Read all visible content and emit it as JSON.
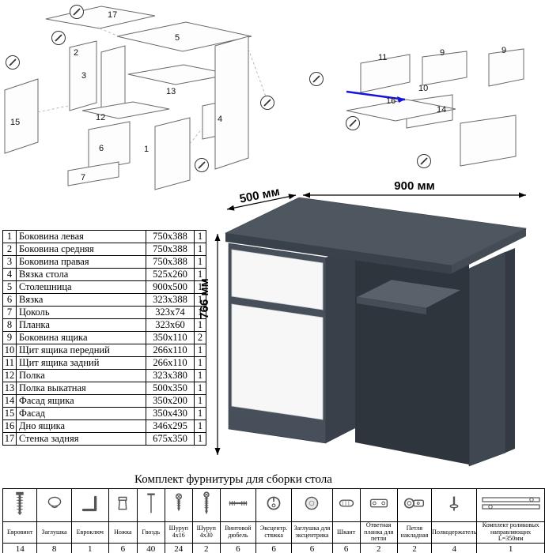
{
  "diagram_left": {
    "labels": [
      "17",
      "5",
      "2",
      "3",
      "13",
      "12",
      "6",
      "1",
      "4",
      "7",
      "15"
    ]
  },
  "diagram_right": {
    "labels": [
      "11",
      "9",
      "9",
      "10",
      "16",
      "14"
    ]
  },
  "desk": {
    "dim_width": "900 мм",
    "dim_depth": "500 мм",
    "dim_height": "766 мм"
  },
  "parts_table": {
    "rows": [
      {
        "num": "1",
        "name": "Боковина левая",
        "size": "750x388",
        "qty": "1"
      },
      {
        "num": "2",
        "name": "Боковина средняя",
        "size": "750x388",
        "qty": "1"
      },
      {
        "num": "3",
        "name": "Боковина правая",
        "size": "750x388",
        "qty": "1"
      },
      {
        "num": "4",
        "name": "Вязка стола",
        "size": "525x260",
        "qty": "1"
      },
      {
        "num": "5",
        "name": "Столешница",
        "size": "900x500",
        "qty": "1"
      },
      {
        "num": "6",
        "name": "Вязка",
        "size": "323x388",
        "qty": "1"
      },
      {
        "num": "7",
        "name": "Цоколь",
        "size": "323x74",
        "qty": "1"
      },
      {
        "num": "8",
        "name": "Планка",
        "size": "323x60",
        "qty": "1"
      },
      {
        "num": "9",
        "name": "Боковина ящика",
        "size": "350x110",
        "qty": "2"
      },
      {
        "num": "10",
        "name": "Щит ящика передний",
        "size": "266x110",
        "qty": "1"
      },
      {
        "num": "11",
        "name": "Щит ящика задний",
        "size": "266x110",
        "qty": "1"
      },
      {
        "num": "12",
        "name": "Полка",
        "size": "323x380",
        "qty": "1"
      },
      {
        "num": "13",
        "name": "Полка выкатная",
        "size": "500x350",
        "qty": "1"
      },
      {
        "num": "14",
        "name": "Фасад ящика",
        "size": "350x200",
        "qty": "1"
      },
      {
        "num": "15",
        "name": "Фасад",
        "size": "350x430",
        "qty": "1"
      },
      {
        "num": "16",
        "name": "Дно ящика",
        "size": "346x295",
        "qty": "1"
      },
      {
        "num": "17",
        "name": "Стенка задняя",
        "size": "675x350",
        "qty": "1"
      }
    ]
  },
  "hardware": {
    "title": "Комплект фурнитуры для сборки стола",
    "items": [
      {
        "label": "Евровинт",
        "qty": "14"
      },
      {
        "label": "Заглушка",
        "qty": "8"
      },
      {
        "label": "Евроключ",
        "qty": "1"
      },
      {
        "label": "Ножка",
        "qty": "6"
      },
      {
        "label": "Гвоздь",
        "qty": "40"
      },
      {
        "label": "Шуруп 4x16",
        "qty": "24"
      },
      {
        "label": "Шуруп 4x30",
        "qty": "2"
      },
      {
        "label": "Винтовой дюбель",
        "qty": "6"
      },
      {
        "label": "Эксцентр. стяжка",
        "qty": "6"
      },
      {
        "label": "Заглушка для эксцентрика",
        "qty": "6"
      },
      {
        "label": "Шкант",
        "qty": "6"
      },
      {
        "label": "Ответная планка для петли",
        "qty": "2"
      },
      {
        "label": "Петля накладная",
        "qty": "2"
      },
      {
        "label": "Полкодержатель",
        "qty": "4"
      },
      {
        "label": "Комплект роликовых направляющих L=350мм",
        "qty": "1"
      }
    ]
  },
  "colors": {
    "desk_body": "#47505a",
    "desk_top": "#4e575f",
    "desk_shadow": "#2e353d",
    "front_white": "#f7f7f8",
    "accent_blue": "#1414dc"
  }
}
